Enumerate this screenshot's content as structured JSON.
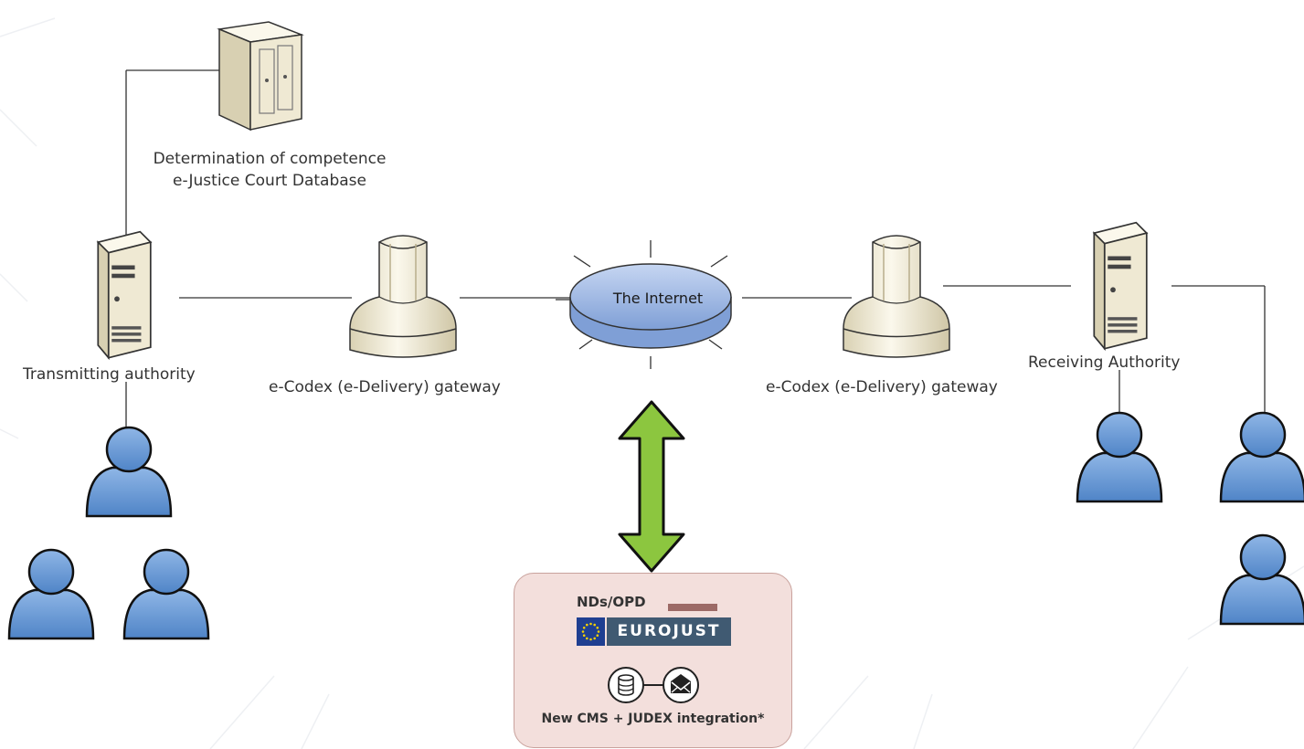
{
  "labels": {
    "determination_line1": "Determination of competence",
    "determination_line2": "e-Justice Court Database",
    "transmitting_authority": "Transmitting authority",
    "gateway_left": "e-Codex (e-Delivery) gateway",
    "internet": "The Internet",
    "gateway_right": "e-Codex (e-Delivery) gateway",
    "receiving_authority": "Receiving Authority"
  },
  "cms_box": {
    "title": "NDs/OPD",
    "logo_text": "EUROJUST",
    "caption": "New CMS + JUDEX integration*"
  },
  "icons": {
    "database_server": "server-tower-icon",
    "transmitting_server": "server-icon",
    "receiving_server": "server-icon",
    "gateway": "gateway-icon",
    "internet": "cloud-disk-icon",
    "user": "user-icon",
    "arrow": "double-arrow-icon",
    "database": "database-icon",
    "mail": "mail-icon",
    "flag": "eu-flag-icon"
  },
  "colors": {
    "user_fill": "#6b9bd7",
    "internet_fill": "#9cb8e6",
    "arrow_fill": "#8cc63f",
    "gateway_fill": "#f4efd8",
    "server_fill": "#f2eedc",
    "cms_background": "#f3dfdc",
    "eurojust_blue": "#405a72"
  }
}
